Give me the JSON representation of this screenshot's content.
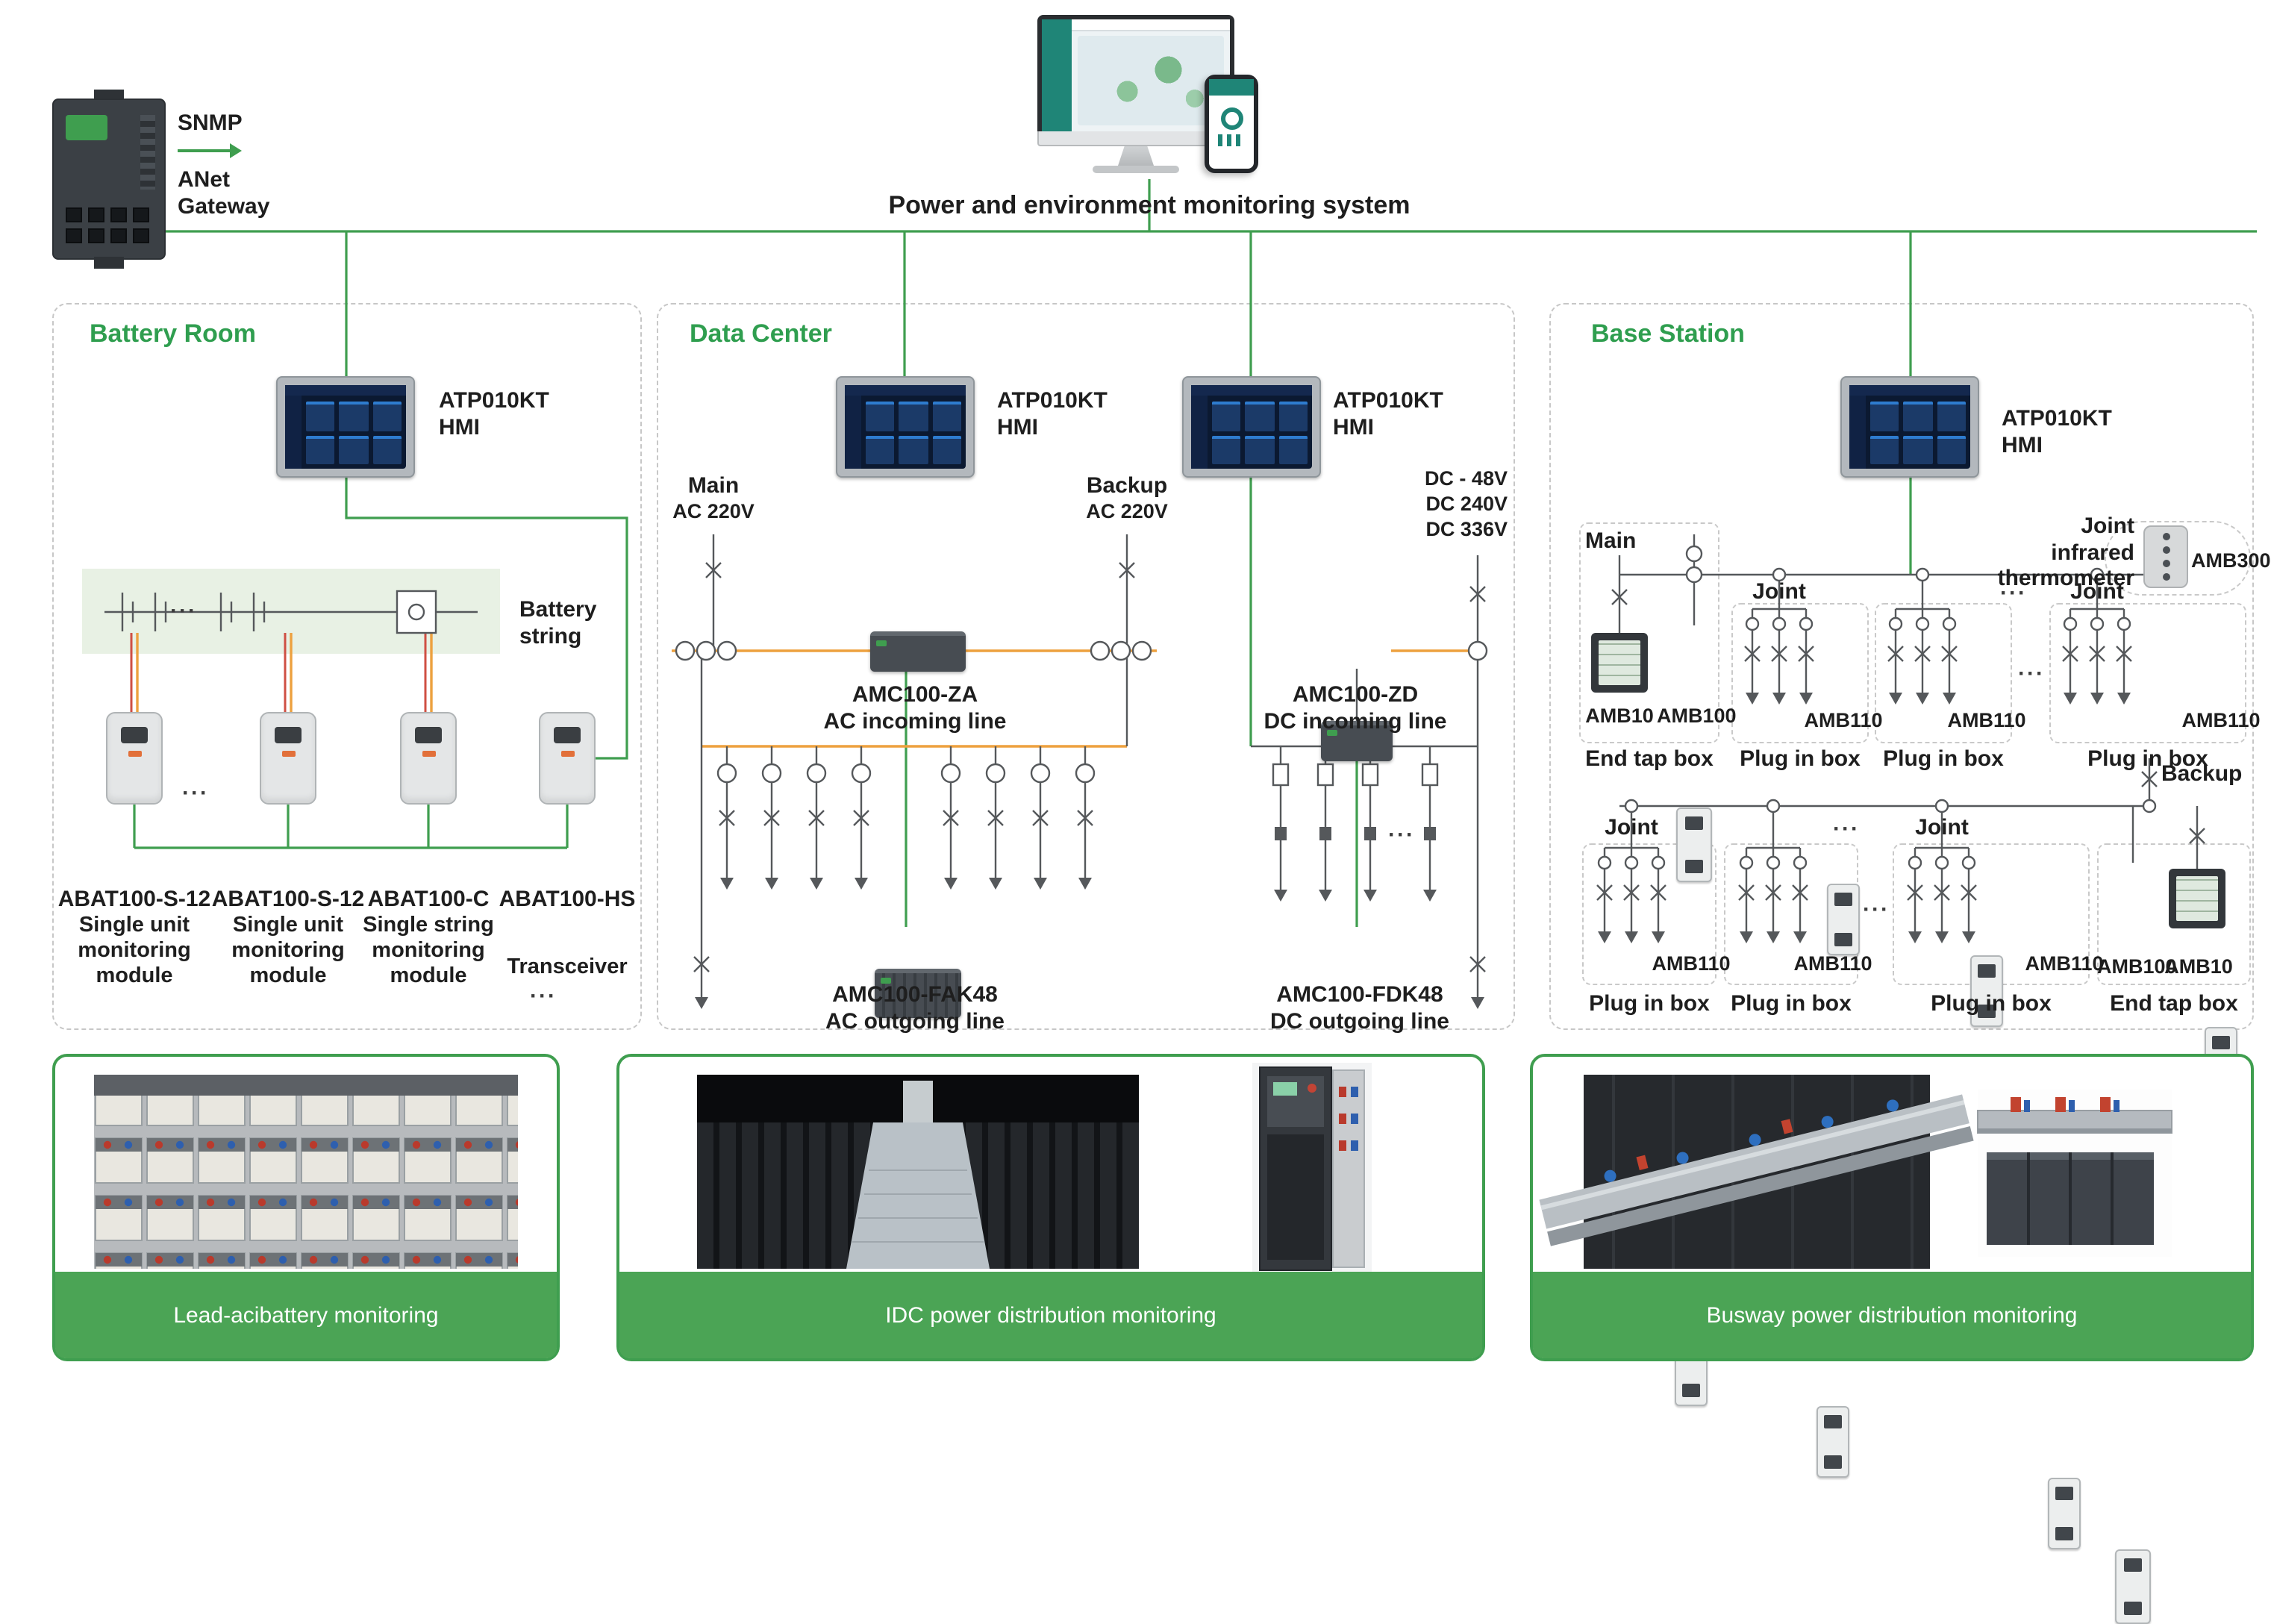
{
  "misc": {
    "ellipsis": "···"
  },
  "colors": {
    "accent_green": "#3f9e4f",
    "caption_bar": "#4ba455",
    "wire_orange": "#eda13f"
  },
  "top": {
    "snmp": "SNMP",
    "gateway_name": "ANet Gateway",
    "system_title": "Power and environment monitoring system"
  },
  "hmi": {
    "model": "ATP010KT",
    "type": "HMI"
  },
  "battery_room": {
    "title": "Battery Room",
    "battery_string": "Battery string",
    "modules": [
      {
        "model": "ABAT100-S-12",
        "desc": "Single unit monitoring module"
      },
      {
        "model": "ABAT100-S-12",
        "desc": "Single unit monitoring module"
      },
      {
        "model": "ABAT100-C",
        "desc": "Single string monitoring module"
      },
      {
        "model": "ABAT100-HS",
        "desc": "Transceiver"
      }
    ]
  },
  "data_center": {
    "title": "Data Center",
    "main": "Main",
    "main_voltage": "AC 220V",
    "backup": "Backup",
    "backup_voltage": "AC 220V",
    "dc_voltages": [
      "DC - 48V",
      "DC 240V",
      "DC 336V"
    ],
    "ac_in": {
      "model": "AMC100-ZA",
      "desc": "AC incoming line"
    },
    "ac_out": {
      "model": "AMC100-FAK48",
      "desc": "AC outgoing line"
    },
    "dc_in": {
      "model": "AMC100-ZD",
      "desc": "DC incoming line"
    },
    "dc_out": {
      "model": "AMC100-FDK48",
      "desc": "DC outgoing line"
    }
  },
  "base_station": {
    "title": "Base Station",
    "main": "Main",
    "joint": "Joint",
    "thermometer_line1": "Joint",
    "thermometer_line2": "infrared thermometer",
    "amb300": "AMB300",
    "amb10": "AMB10",
    "amb100": "AMB100",
    "amb110": "AMB110",
    "end_tap_box": "End tap box",
    "plug_in_box": "Plug in box",
    "backup": "Backup"
  },
  "panels": [
    {
      "caption": "Lead-acibattery monitoring"
    },
    {
      "caption": "IDC power distribution monitoring"
    },
    {
      "caption": "Busway power distribution monitoring"
    }
  ]
}
